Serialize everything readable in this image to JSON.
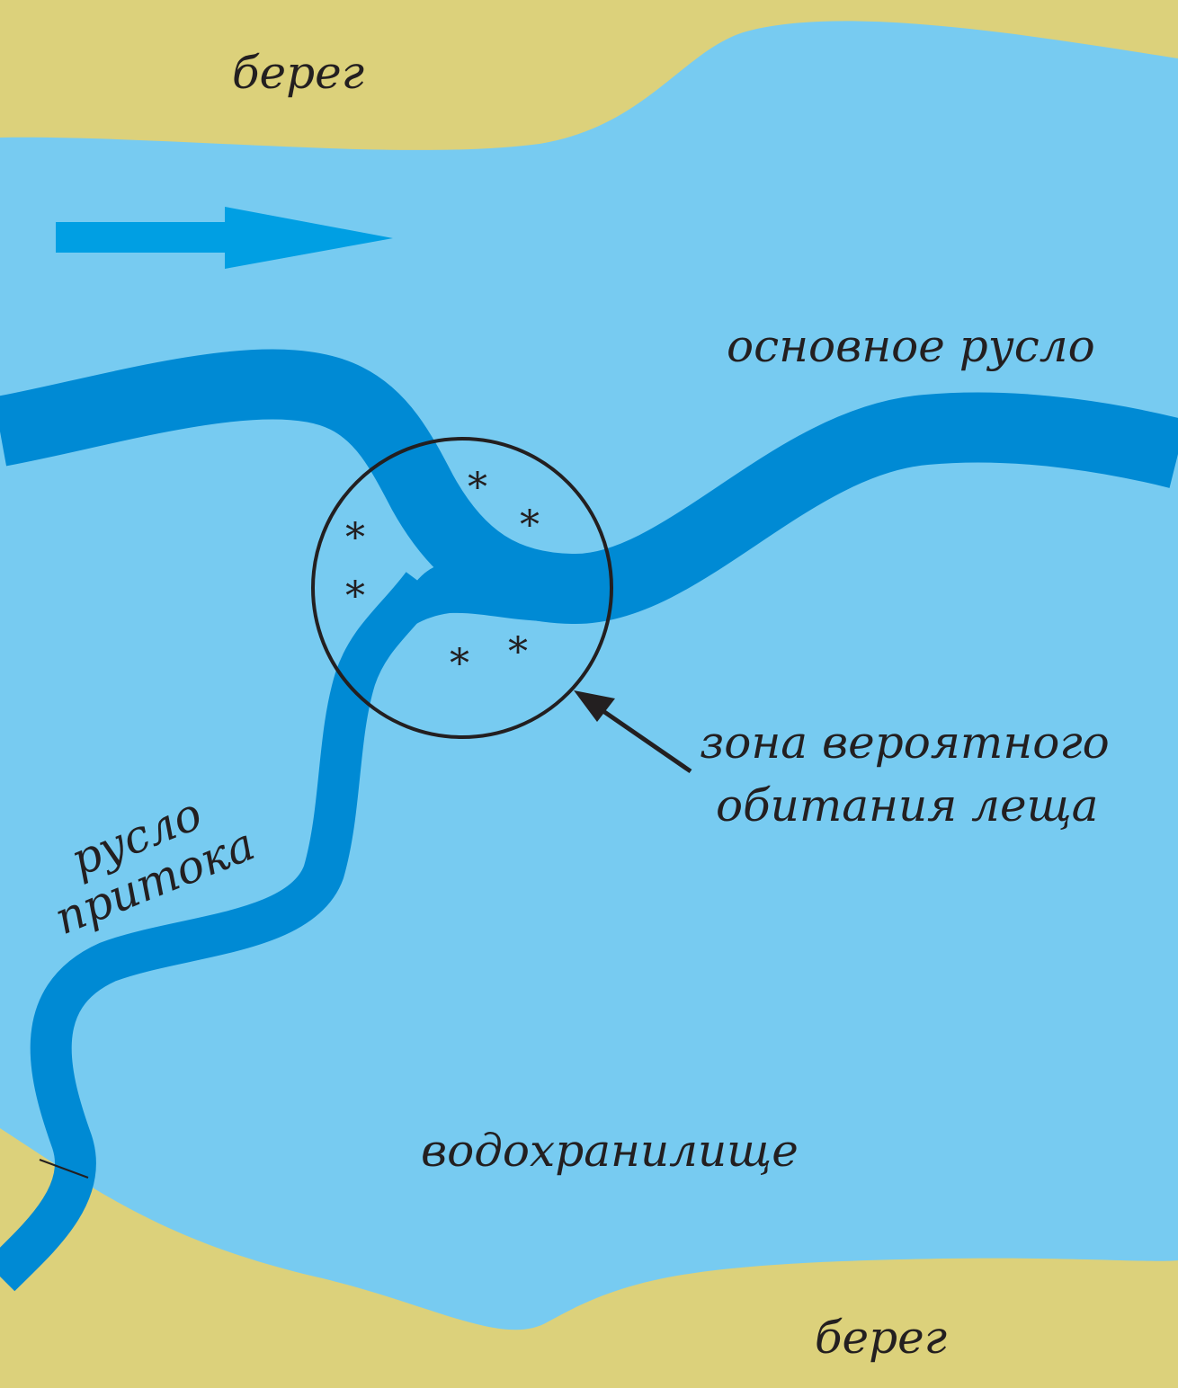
{
  "labels": {
    "bank_top": "берег",
    "main_channel": "основное русло",
    "zone_line1": "зона вероятного",
    "zone_line2": "обитания леща",
    "tributary_line1": "русло",
    "tributary_line2": "притока",
    "reservoir": "водохранилище",
    "bank_bottom": "берег"
  },
  "colors": {
    "water": "#77cbf1",
    "bank": "#dcd17b",
    "channel": "#008ad4",
    "flow_arrow": "#009fe3",
    "ink": "#231f20"
  },
  "icons": {
    "flow_direction": "arrow-right-icon",
    "pointer": "arrow-icon",
    "fish_spot": "asterisk-icon"
  }
}
